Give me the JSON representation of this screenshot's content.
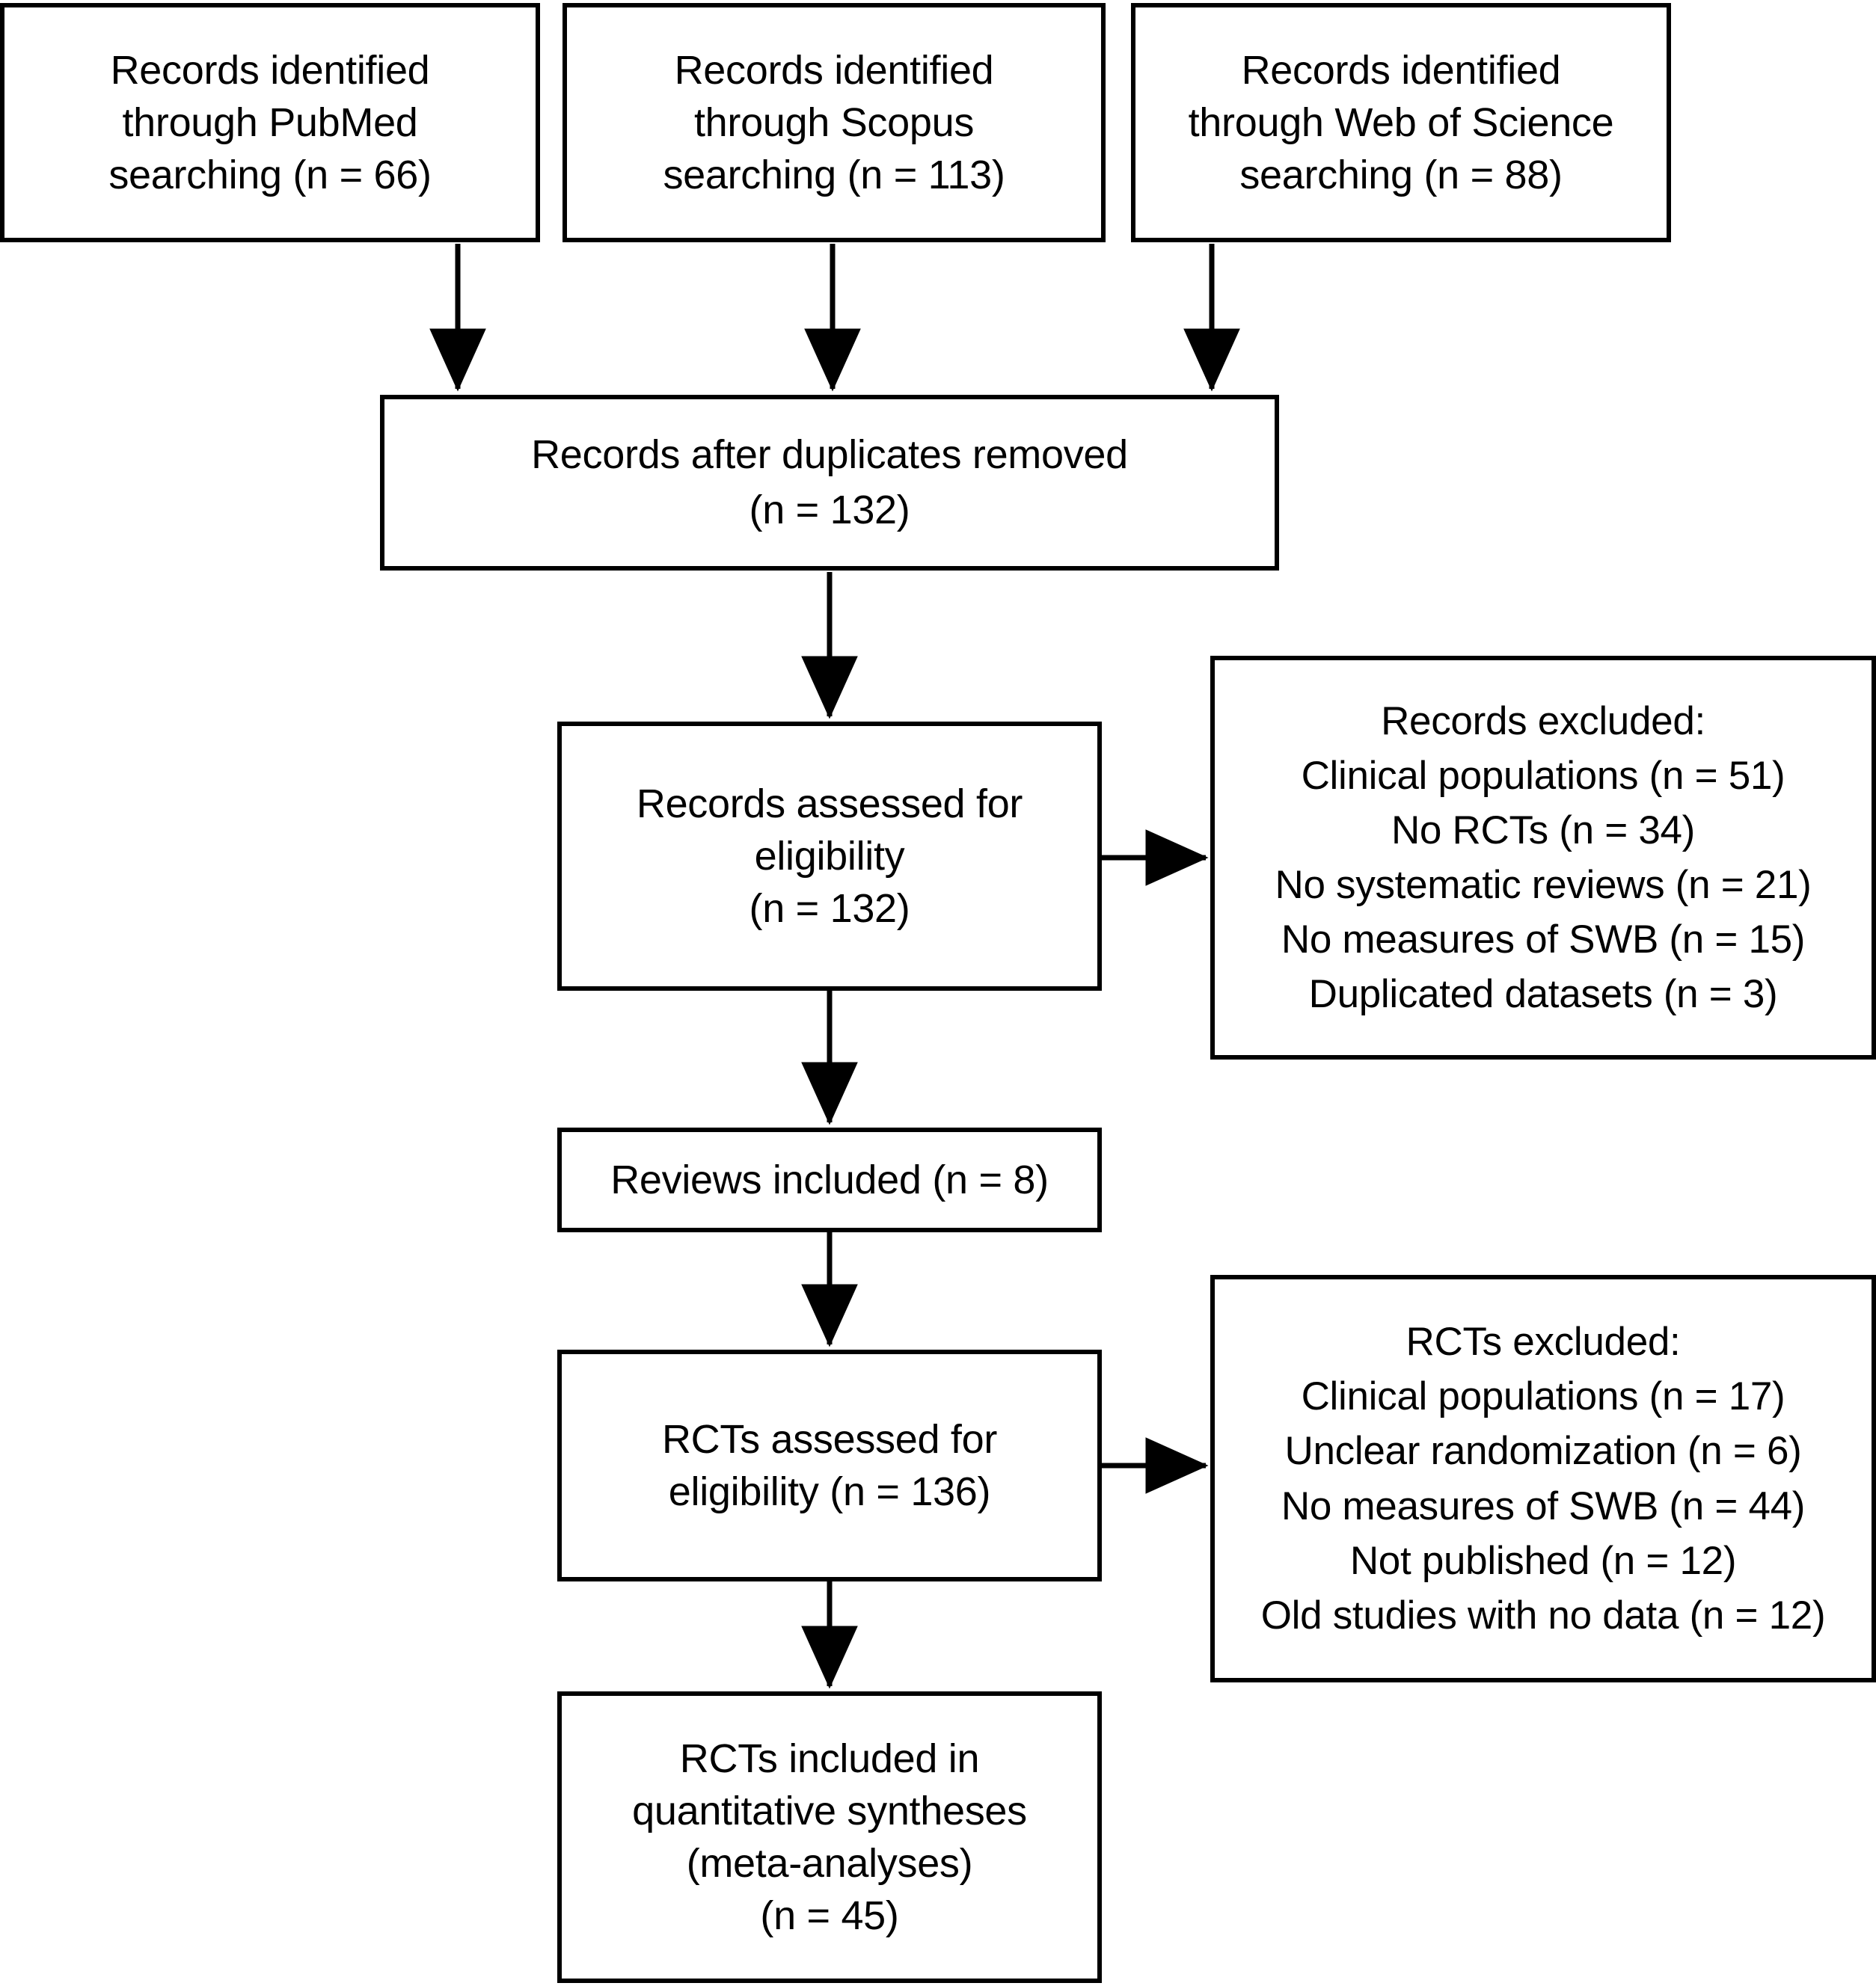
{
  "diagram": {
    "type": "prisma-flow-diagram",
    "stroke_color": "#000000",
    "background_color": "#ffffff",
    "boxes": {
      "pubmed": {
        "line1": "Records identified",
        "line2": "through PubMed",
        "line3": "searching (n = 66)",
        "n": 66
      },
      "scopus": {
        "line1": "Records identified",
        "line2": "through Scopus",
        "line3": "searching (n = 113)",
        "n": 113
      },
      "web_of_science": {
        "line1": "Records identified",
        "line2": "through Web of Science",
        "line3": "searching (n = 88)",
        "n": 88
      },
      "duplicates_removed": {
        "line1": "Records after duplicates removed",
        "line2": "(n = 132)",
        "n": 132
      },
      "records_assessed": {
        "line1": "Records assessed for",
        "line2": "eligibility",
        "line3": "(n = 132)",
        "n": 132
      },
      "records_excluded": {
        "heading": "Records excluded:",
        "line1": "Clinical populations (n = 51)",
        "line2": "No RCTs (n = 34)",
        "line3": "No systematic reviews (n = 21)",
        "line4": "No measures of SWB (n = 15)",
        "line5": "Duplicated datasets (n = 3)"
      },
      "reviews_included": {
        "line1": "Reviews included (n = 8)",
        "n": 8
      },
      "rcts_assessed": {
        "line1": "RCTs assessed for",
        "line2": "eligibility (n = 136)",
        "n": 136
      },
      "rcts_excluded": {
        "heading": "RCTs excluded:",
        "line1": "Clinical populations (n = 17)",
        "line2": "Unclear randomization (n = 6)",
        "line3": "No measures of SWB (n = 44)",
        "line4": "Not published (n = 12)",
        "line5": "Old studies with no data (n = 12)"
      },
      "rcts_included": {
        "line1": "RCTs included in",
        "line2": "quantitative syntheses",
        "line3": "(meta-analyses)",
        "line4": "(n = 45)",
        "n": 45
      }
    }
  }
}
